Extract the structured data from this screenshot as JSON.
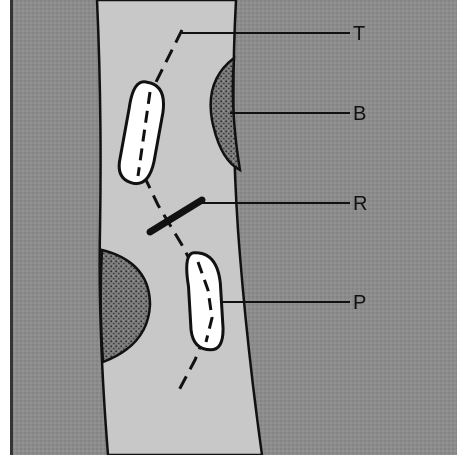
{
  "labels": {
    "t": "T",
    "b": "B",
    "r": "R",
    "p": "P"
  },
  "colors": {
    "outer_tissue": "#8a8a8a",
    "channel": "#c9c9c9",
    "outline": "#111111",
    "body_fill": "#ffffff",
    "stipple_bg": "#7a7a7a"
  }
}
